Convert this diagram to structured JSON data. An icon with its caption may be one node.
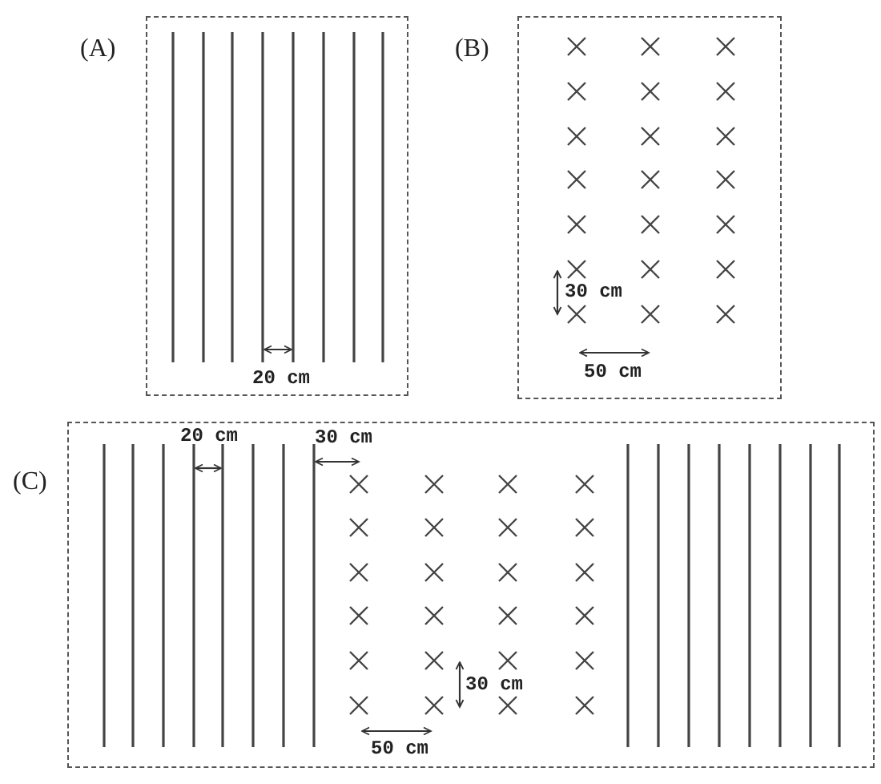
{
  "diagram": {
    "nodes": [
      {
        "text": [
          "(A)",
          "20 cm"
        ]
      },
      {
        "text": [
          "(B)",
          "30 cm",
          "50 cm"
        ]
      },
      {
        "text": [
          "(C)",
          "20 cm",
          "30 cm",
          "30 cm",
          "50 cm"
        ]
      }
    ]
  }
}
